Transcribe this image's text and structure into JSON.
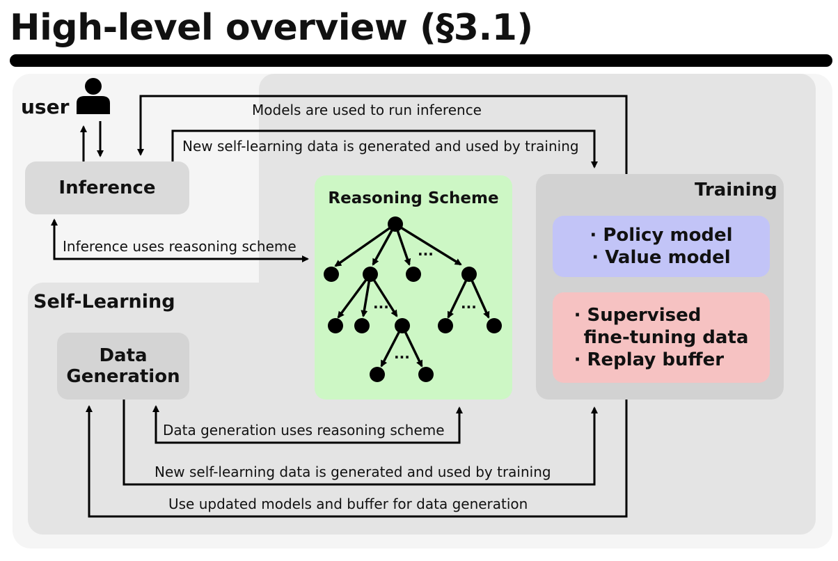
{
  "title": "High-level overview (§3.1)",
  "user": {
    "label": "user"
  },
  "inference": {
    "label": "Inference"
  },
  "self_learning": {
    "label": "Self-Learning"
  },
  "data_generation": {
    "line1": "Data",
    "line2": "Generation"
  },
  "reasoning_scheme": {
    "label": "Reasoning Scheme",
    "ellipsis": "..."
  },
  "training": {
    "label": "Training",
    "models": [
      "· Policy model",
      "· Value model"
    ],
    "data": [
      "· Supervised",
      "fine-tuning data",
      "· Replay buffer"
    ]
  },
  "arrows": {
    "models_used": "Models are used to run inference",
    "new_data_top": "New self-learning data is generated and used by training",
    "inference_uses": "Inference uses reasoning scheme",
    "datagen_uses": "Data generation uses reasoning scheme",
    "new_data_bottom": "New self-learning data is generated and used by training",
    "updated_models": "Use updated models and buffer for data generation"
  },
  "colors": {
    "scheme_bg": "#cdf7c5",
    "models_bg": "#c2c4f7",
    "data_bg": "#f6c2c2",
    "panel_bg": "#e4e4e4",
    "outer_bg": "#f5f5f5"
  }
}
